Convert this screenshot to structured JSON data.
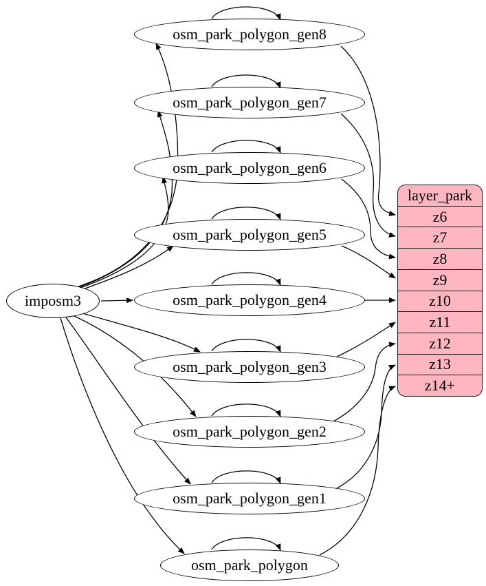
{
  "background_color": "#ffffff",
  "diagram": {
    "source_node": {
      "id": "imposm3",
      "label": "imposm3"
    },
    "generalized_tables": [
      {
        "id": "osm_park_polygon_gen8",
        "label": "osm_park_polygon_gen8"
      },
      {
        "id": "osm_park_polygon_gen7",
        "label": "osm_park_polygon_gen7"
      },
      {
        "id": "osm_park_polygon_gen6",
        "label": "osm_park_polygon_gen6"
      },
      {
        "id": "osm_park_polygon_gen5",
        "label": "osm_park_polygon_gen5"
      },
      {
        "id": "osm_park_polygon_gen4",
        "label": "osm_park_polygon_gen4"
      },
      {
        "id": "osm_park_polygon_gen3",
        "label": "osm_park_polygon_gen3"
      },
      {
        "id": "osm_park_polygon_gen2",
        "label": "osm_park_polygon_gen2"
      },
      {
        "id": "osm_park_polygon_gen1",
        "label": "osm_park_polygon_gen1"
      },
      {
        "id": "osm_park_polygon",
        "label": "osm_park_polygon"
      }
    ],
    "layer_table": {
      "id": "layer_park",
      "title": "layer_park",
      "rows": [
        "z6",
        "z7",
        "z8",
        "z9",
        "z10",
        "z11",
        "z12",
        "z13",
        "z14+"
      ],
      "fill_color": "#ffb6c1",
      "border_color": "#1a1a1a"
    },
    "edges": [
      {
        "from": "imposm3",
        "to": "osm_park_polygon_gen8"
      },
      {
        "from": "imposm3",
        "to": "osm_park_polygon_gen7"
      },
      {
        "from": "imposm3",
        "to": "osm_park_polygon_gen6"
      },
      {
        "from": "imposm3",
        "to": "osm_park_polygon_gen5"
      },
      {
        "from": "imposm3",
        "to": "osm_park_polygon_gen4"
      },
      {
        "from": "imposm3",
        "to": "osm_park_polygon_gen3"
      },
      {
        "from": "imposm3",
        "to": "osm_park_polygon_gen2"
      },
      {
        "from": "imposm3",
        "to": "osm_park_polygon_gen1"
      },
      {
        "from": "imposm3",
        "to": "osm_park_polygon"
      },
      {
        "from": "osm_park_polygon_gen8",
        "to": "osm_park_polygon_gen8"
      },
      {
        "from": "osm_park_polygon_gen7",
        "to": "osm_park_polygon_gen7"
      },
      {
        "from": "osm_park_polygon_gen6",
        "to": "osm_park_polygon_gen6"
      },
      {
        "from": "osm_park_polygon_gen5",
        "to": "osm_park_polygon_gen5"
      },
      {
        "from": "osm_park_polygon_gen4",
        "to": "osm_park_polygon_gen4"
      },
      {
        "from": "osm_park_polygon_gen3",
        "to": "osm_park_polygon_gen3"
      },
      {
        "from": "osm_park_polygon_gen2",
        "to": "osm_park_polygon_gen2"
      },
      {
        "from": "osm_park_polygon_gen1",
        "to": "osm_park_polygon_gen1"
      },
      {
        "from": "osm_park_polygon",
        "to": "osm_park_polygon"
      },
      {
        "from": "osm_park_polygon_gen8",
        "to": "layer_park.z6"
      },
      {
        "from": "osm_park_polygon_gen7",
        "to": "layer_park.z7"
      },
      {
        "from": "osm_park_polygon_gen6",
        "to": "layer_park.z8"
      },
      {
        "from": "osm_park_polygon_gen5",
        "to": "layer_park.z9"
      },
      {
        "from": "osm_park_polygon_gen4",
        "to": "layer_park.z10"
      },
      {
        "from": "osm_park_polygon_gen3",
        "to": "layer_park.z11"
      },
      {
        "from": "osm_park_polygon_gen2",
        "to": "layer_park.z12"
      },
      {
        "from": "osm_park_polygon_gen1",
        "to": "layer_park.z13"
      },
      {
        "from": "osm_park_polygon",
        "to": "layer_park.z14+"
      }
    ]
  }
}
